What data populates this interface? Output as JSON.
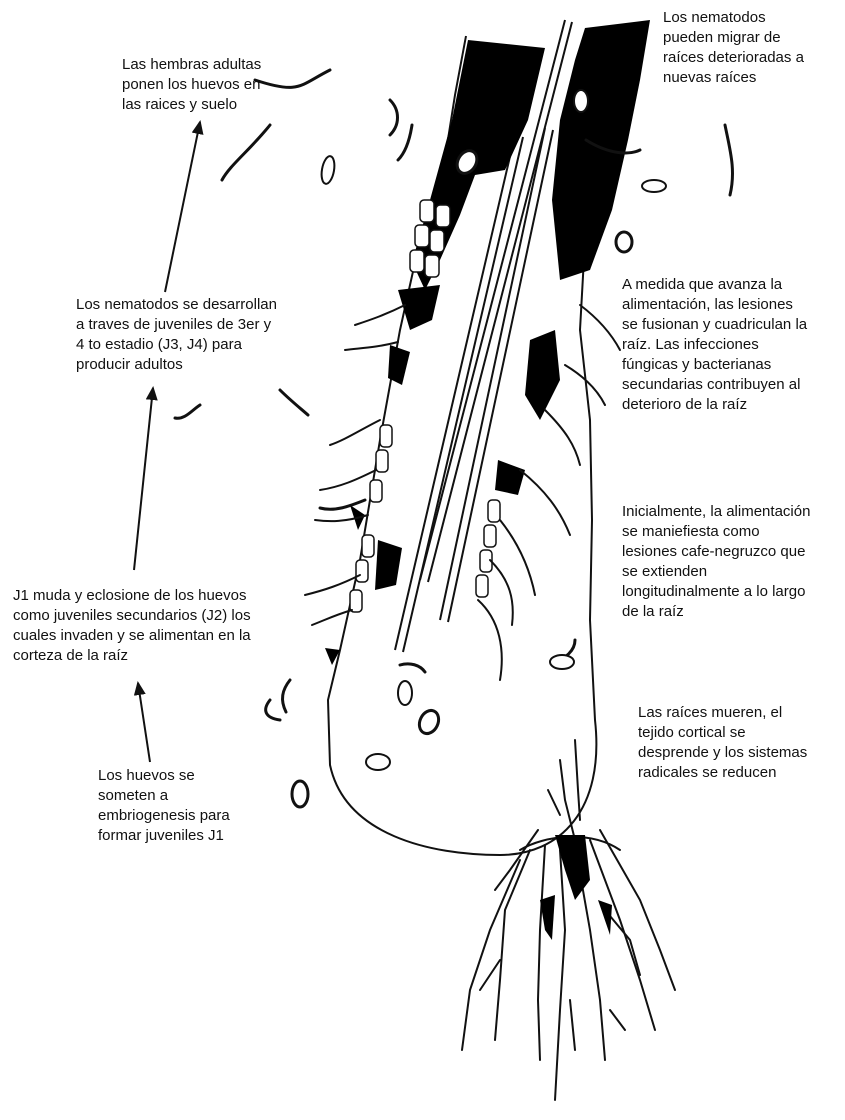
{
  "labels": {
    "adult_females": "Las hembras adultas\nponen los huevos en\nlas raices y suelo",
    "migration": "Los nematodos\npueden migrar de\nraíces deterioradas a\nnuevas raíces",
    "development": "Los nematodos se desarrollan\na traves de juveniles de 3er y\n4 to estadio (J3, J4) para\nproducir adultos",
    "lesions_merge": "A medida que avanza la\nalimentación, las lesiones\nse fusionan y cuadriculan la\nraíz. Las infecciones\nfúngicas y bacterianas\nsecundarias contribuyen al\ndeterioro de la raíz",
    "initial_feeding": "Inicialmente, la alimentación\nse maniefiesta como\nlesiones cafe-negruzco que\nse extienden\nlongitudinalmente a lo largo\nde la raíz",
    "j1_molt": "J1 muda y eclosione de los huevos\ncomo juveniles secundarios (J2) los\ncuales invaden y se alimentan en la\ncorteza de la raíz",
    "roots_die": "Las raíces mueren, el\ntejido cortical se\ndesprende y los sistemas\nradicales se reducen",
    "eggs": "Los huevos se\nsometen a\nembriogenesis para\nformar juveniles J1"
  },
  "colors": {
    "ink": "#111111",
    "background": "#ffffff"
  }
}
